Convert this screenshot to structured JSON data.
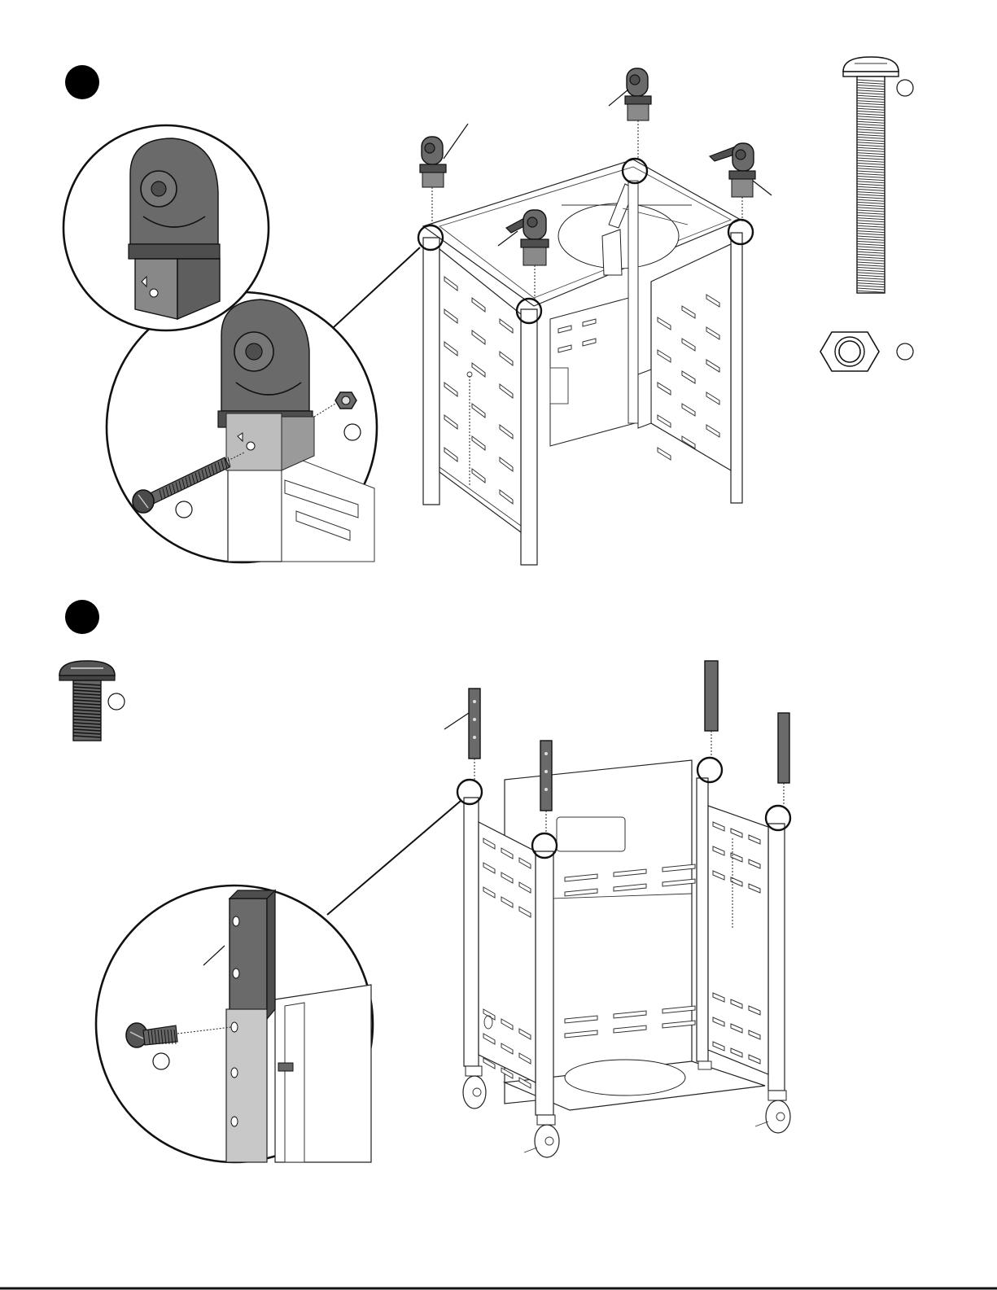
{
  "steps": [
    {
      "id": "step-1",
      "badge": ""
    },
    {
      "id": "step-2",
      "badge": ""
    }
  ],
  "parts": [
    {
      "id": "long-bolt",
      "icon": "bolt-icon",
      "label": ""
    },
    {
      "id": "nut",
      "icon": "hex-nut-icon",
      "label": ""
    },
    {
      "id": "short-screw",
      "icon": "screw-icon",
      "label": ""
    }
  ],
  "callouts": [
    {
      "id": "callout-caster-nut",
      "label": ""
    },
    {
      "id": "callout-caster-bolt",
      "label": ""
    },
    {
      "id": "callout-leg-screw",
      "label": ""
    }
  ],
  "colors": {
    "line": "#111111",
    "part_fill": "#6a6a6a",
    "background": "#ffffff"
  }
}
